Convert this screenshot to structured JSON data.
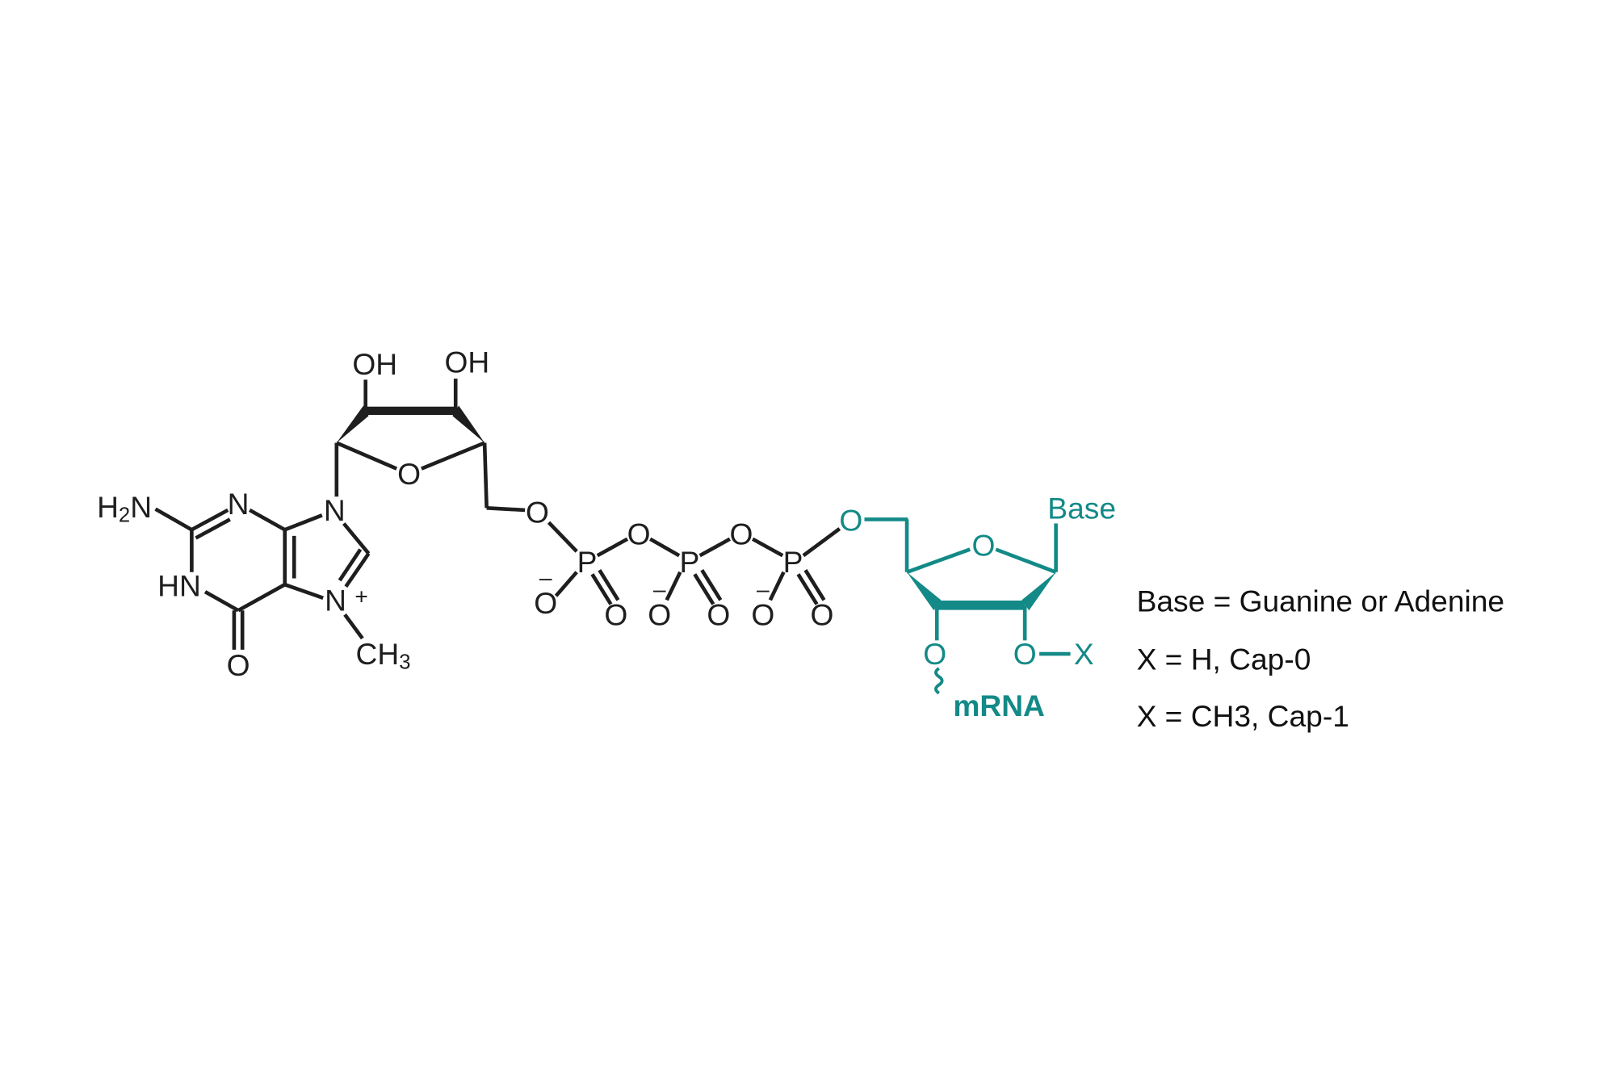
{
  "colors": {
    "structure": "#1e1e1e",
    "mrna_nucleotide": "#138a87",
    "background": "#ffffff"
  },
  "guanine": {
    "amino": [
      "H",
      "2",
      "N"
    ],
    "n3": "N",
    "n1h": "HN",
    "o6": "O",
    "n9": "N",
    "n7": "N",
    "n7_charge": "+",
    "methyl": [
      "CH",
      "3"
    ]
  },
  "ribose": {
    "oh_2": "OH",
    "oh_3": "OH",
    "ring_o": "O",
    "o5": "O"
  },
  "phosphates": [
    {
      "p": "P",
      "o_minus": "O",
      "charge": "–",
      "o_double": "O",
      "bridge_o": "O"
    },
    {
      "p": "P",
      "o_minus": "O",
      "charge": "–",
      "o_double": "O",
      "bridge_o": "O"
    },
    {
      "p": "P",
      "o_minus": "O",
      "charge": "–",
      "o_double": "O"
    }
  ],
  "nucleotide": {
    "o5": "O",
    "ring_o": "O",
    "base": "Base",
    "o3": "O",
    "o2": "O",
    "x": "X",
    "mrna": "mRNA"
  },
  "legend": [
    "Base = Guanine or Adenine",
    "X = H, Cap-0",
    "X = CH3, Cap-1"
  ]
}
